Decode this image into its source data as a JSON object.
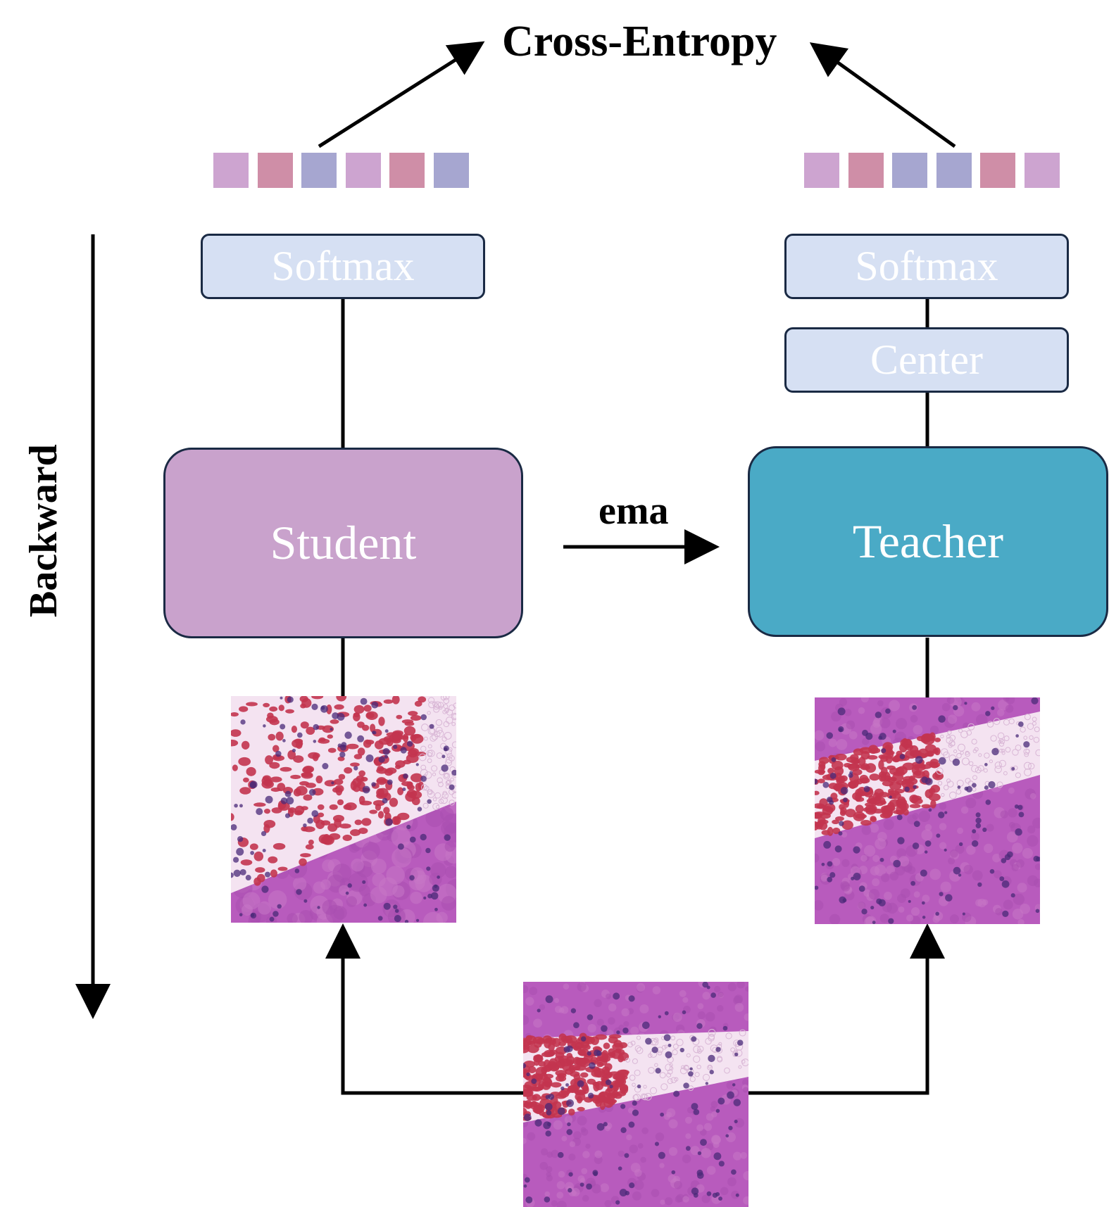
{
  "labels": {
    "loss": "Cross-Entropy",
    "backward": "Backward",
    "ema": "ema"
  },
  "student": {
    "softmax_label": "Softmax",
    "model_label": "Student",
    "tokens": [
      "pink",
      "rose",
      "lavender",
      "pink",
      "rose",
      "lavender"
    ]
  },
  "teacher": {
    "softmax_label": "Softmax",
    "center_label": "Center",
    "model_label": "Teacher",
    "tokens": [
      "pink",
      "rose",
      "lavender",
      "lavender",
      "rose",
      "pink"
    ]
  },
  "colors": {
    "pink": "#cda4d0",
    "rose": "#cf8ea7",
    "lavender": "#a6a6d0",
    "box_light": "#d6e0f3",
    "student": "#c9a2cc",
    "teacher": "#4aaac6",
    "tissue_base": "#b85bbd",
    "tissue_blood": "#c3344f",
    "tissue_lumen": "#f4e3f1",
    "tissue_nucleus": "#4a2a78"
  },
  "icons": {
    "student_crop": "histology-patch-icon",
    "teacher_crop": "histology-patch-icon",
    "input_image": "histology-patch-icon"
  }
}
